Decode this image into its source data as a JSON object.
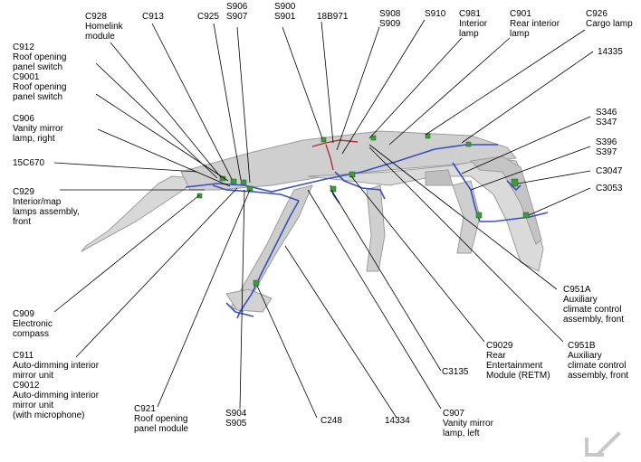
{
  "labels": {
    "c928": [
      "C928",
      "Homelink",
      "module"
    ],
    "c913": [
      "C913"
    ],
    "c925": [
      "C925"
    ],
    "s906": [
      "S906",
      "S907"
    ],
    "s900": [
      "S900",
      "S901"
    ],
    "b971": [
      "18B971"
    ],
    "s908": [
      "S908",
      "S909"
    ],
    "s910": [
      "S910"
    ],
    "c981": [
      "C981",
      "Interior",
      "lamp"
    ],
    "c901": [
      "C901",
      "Rear interior",
      "lamp"
    ],
    "c926": [
      "C926",
      "Cargo lamp"
    ],
    "n14335": [
      "14335"
    ],
    "c912": [
      "C912",
      "Roof opening",
      "panel switch",
      "C9001",
      "Roof opening",
      "panel switch"
    ],
    "c906": [
      "C906",
      "Vanity mirror",
      "lamp, right"
    ],
    "c15c670": [
      "15C670"
    ],
    "c929": [
      "C929",
      "Interior/map",
      "lamps assembly,",
      "front"
    ],
    "s346": [
      "S346",
      "S347"
    ],
    "s396": [
      "S396",
      "S397"
    ],
    "c3047": [
      "C3047"
    ],
    "c3053": [
      "C3053"
    ],
    "c909": [
      "C909",
      "Electronic",
      "compass"
    ],
    "c911": [
      "C911",
      "Auto-dimming interior",
      "mirror unit",
      "C9012",
      "Auto-dimming interior",
      "mirror unit",
      "(with microphone)"
    ],
    "c951a": [
      "C951A",
      "Auxiliary",
      "climate control",
      "assembly, front"
    ],
    "c9029": [
      "C9029",
      "Rear",
      "Entertainment",
      "Module (RETM)"
    ],
    "c951b": [
      "C951B",
      "Auxiliary",
      "climate control",
      "assembly, front"
    ],
    "c3135": [
      "C3135"
    ],
    "c921": [
      "C921",
      "Roof opening",
      "panel module"
    ],
    "s904": [
      "S904",
      "S905"
    ],
    "c248": [
      "C248"
    ],
    "n14334": [
      "14334"
    ],
    "c907": [
      "C907",
      "Vanity mirror",
      "lamp, left"
    ]
  },
  "colors": {
    "body": "#d6d6d6",
    "body_dark": "#a9a9a9",
    "harness": "#3a4fc0",
    "harness_red": "#b03030",
    "connector": "#3f9a3f",
    "leader": "#000000",
    "arrow": "#c8c8c8"
  },
  "icons": {
    "corner_arrow": "navigation-arrow-icon"
  }
}
